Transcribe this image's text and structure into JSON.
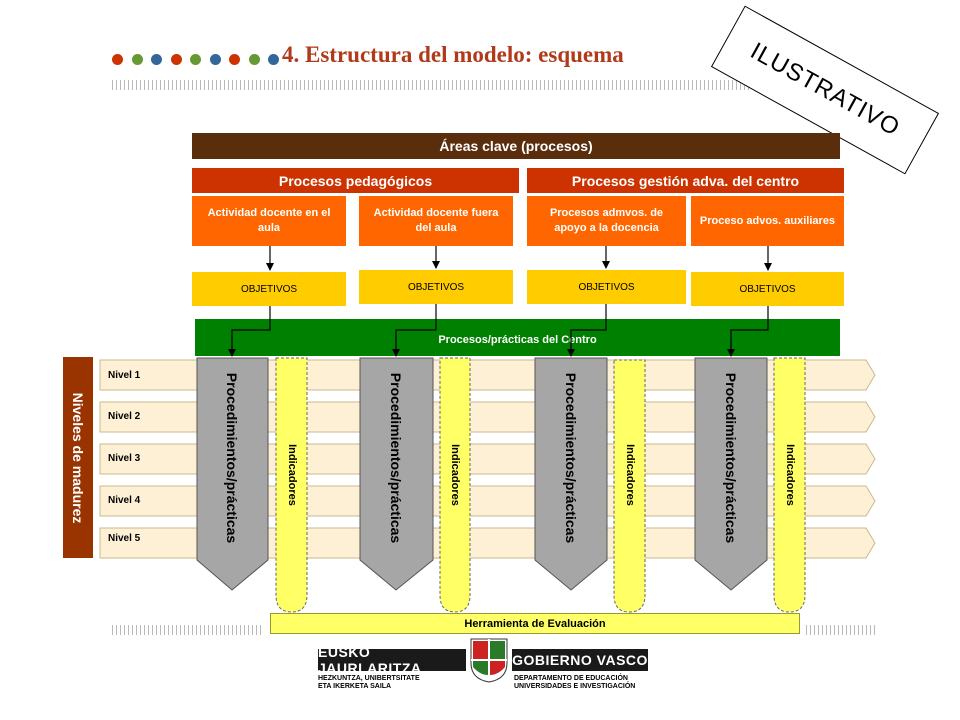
{
  "title": "4. Estructura del modelo: esquema",
  "stamp": "ILUSTRATIVO",
  "dot_colors": [
    "#cc3300",
    "#669933",
    "#336699",
    "#cc3300",
    "#669933",
    "#336699",
    "#cc3300",
    "#669933",
    "#336699"
  ],
  "areas_clave": "Áreas clave (procesos)",
  "procesos_pedagogicos": "Procesos pedagógicos",
  "procesos_gestion": "Procesos gestión adva. del centro",
  "sub_processes": [
    "Actividad docente en el aula",
    "Actividad docente fuera del aula",
    "Procesos admvos. de apoyo a la docencia",
    "Proceso advos. auxiliares"
  ],
  "objetivos": [
    "OBJETIVOS",
    "OBJETIVOS",
    "OBJETIVOS",
    "OBJETIVOS"
  ],
  "practicas_centro": "Procesos/prácticas del Centro",
  "niveles_side": "Niveles de madurez",
  "niveles": [
    "Nivel 1",
    "Nivel 2",
    "Nivel 3",
    "Nivel 4",
    "Nivel 5"
  ],
  "procedimientos": [
    "Procedimientos/prácticas",
    "Procedimientos/prácticas",
    "Procedimientos/prácticas",
    "Procedimientos/prácticas"
  ],
  "indicadores": [
    "Indicadores",
    "Indicadores",
    "Indicadores",
    "Indicadores"
  ],
  "herramienta": "Herramienta de Evaluación",
  "footer": {
    "left_block": "EUSKO JAURLARITZA",
    "right_block": "GOBIERNO VASCO",
    "left_sub_1": "HEZKUNTZA, UNIBERTSITATE",
    "left_sub_2": "ETA IKERKETA SAILA",
    "right_sub_1": "DEPARTAMENTO DE EDUCACIÓN",
    "right_sub_2": "UNIVERSIDADES E INVESTIGACIÓN"
  },
  "colors": {
    "brown": "#5a2d0c",
    "red": "#cc3300",
    "orange": "#ff6600",
    "yellow": "#ffcc00",
    "green": "#008000",
    "grey_column": "#a6a6a6",
    "indicator_yellow": "#ffff66",
    "nivel_band": "#fdf0d5"
  }
}
